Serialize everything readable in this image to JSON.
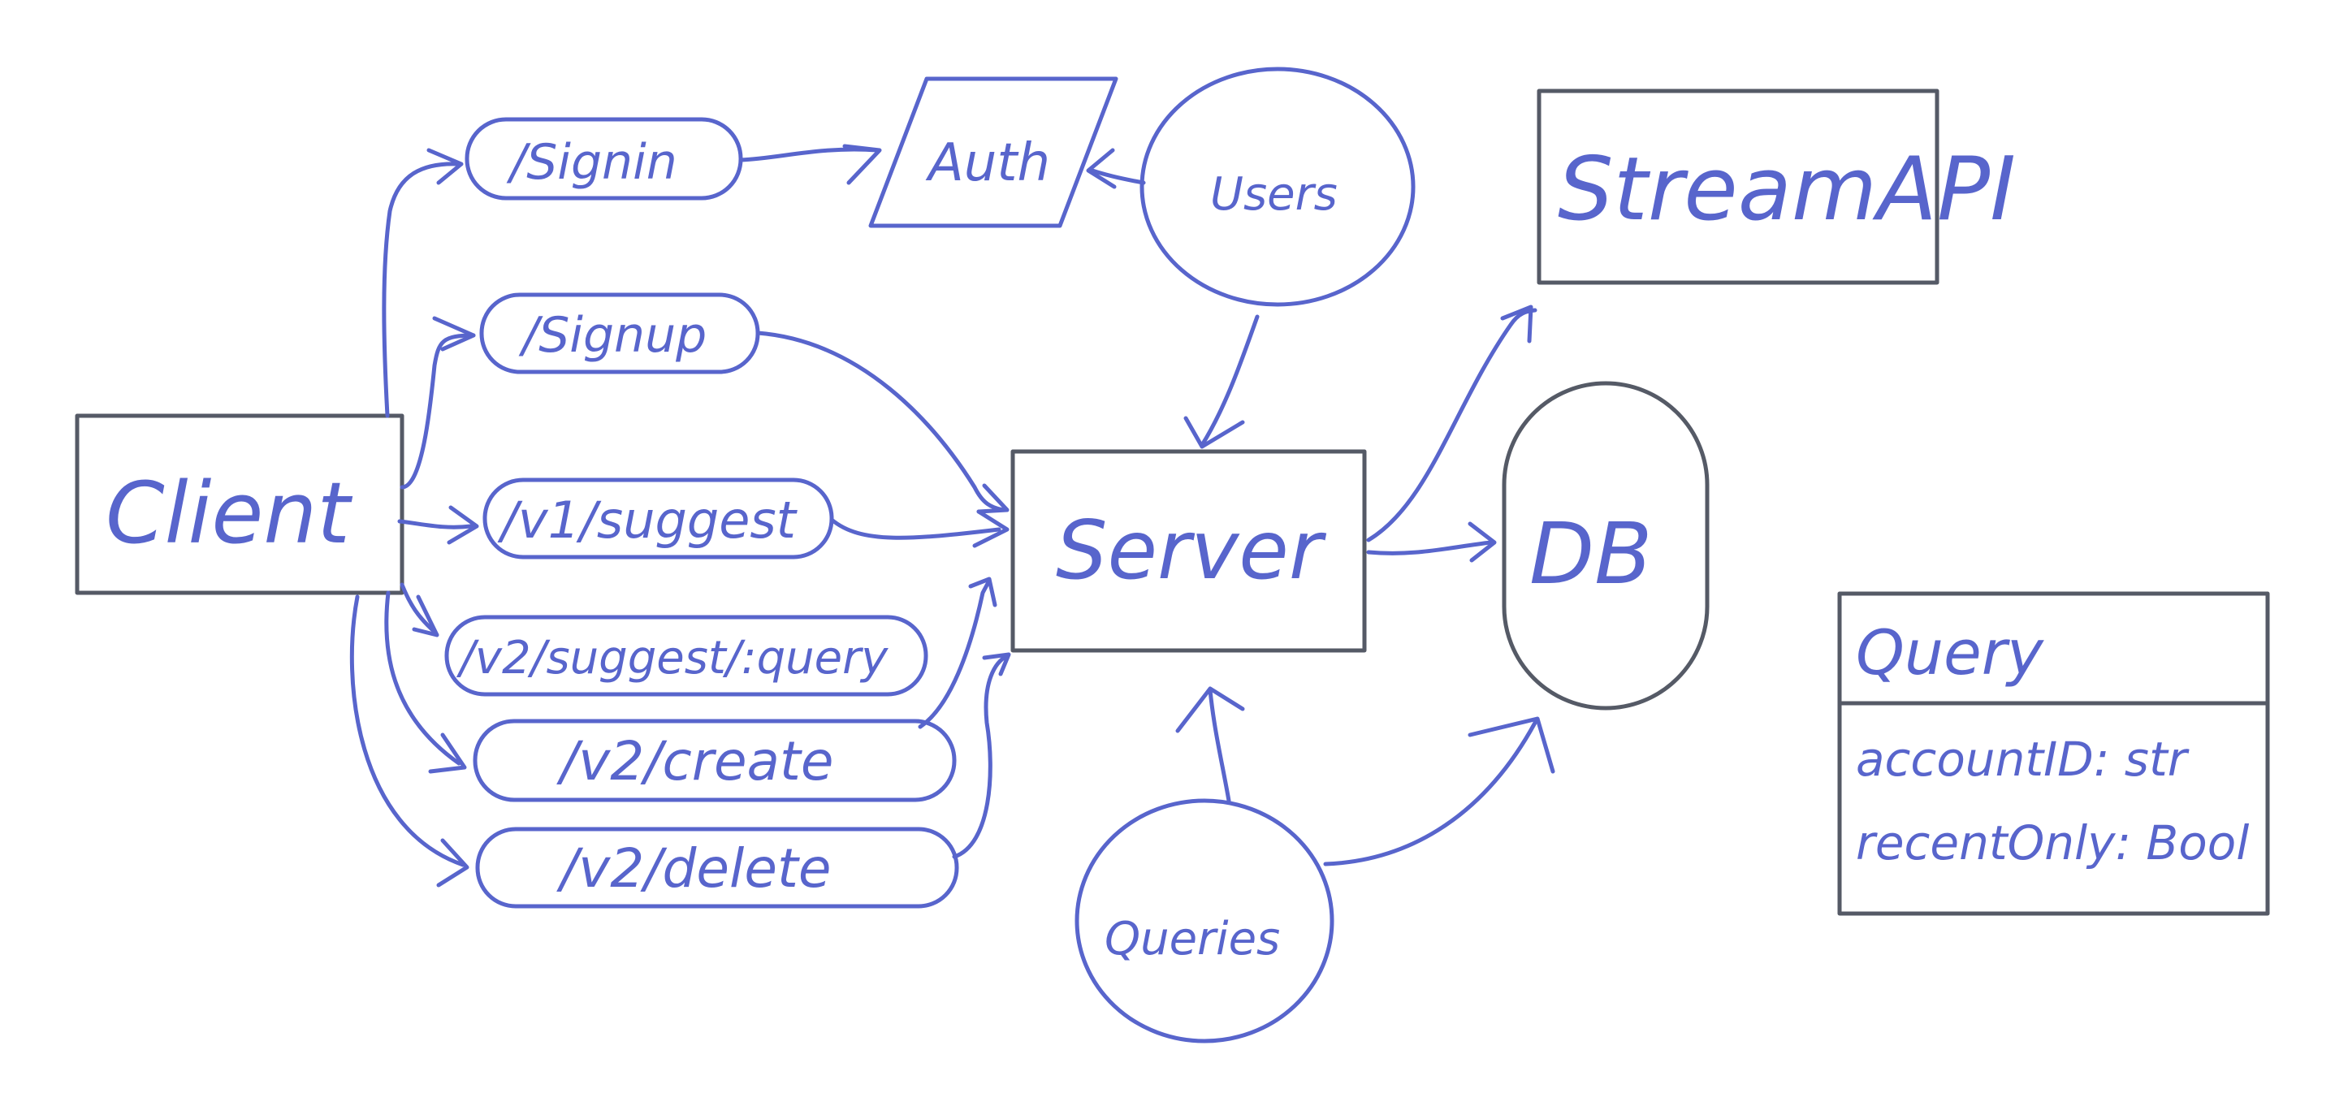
{
  "client": "Client",
  "routes": {
    "signin": "/Signin",
    "signup": "/Signup",
    "v1_suggest": "/v1/suggest",
    "v2_suggest_query": "/v2/suggest/:query",
    "v2_create": "/v2/create",
    "v2_delete": "/v2/delete"
  },
  "auth": "Auth",
  "users": "Users",
  "server": "Server",
  "stream_api": "StreamAPI",
  "db": "DB",
  "queries": "Queries",
  "query_class": {
    "title": "Query",
    "fields": [
      "accountID: str",
      "recentOnly: Bool"
    ]
  },
  "colors": {
    "ink": "#5865cc",
    "box": "#555a66",
    "background": "#ffffff"
  }
}
